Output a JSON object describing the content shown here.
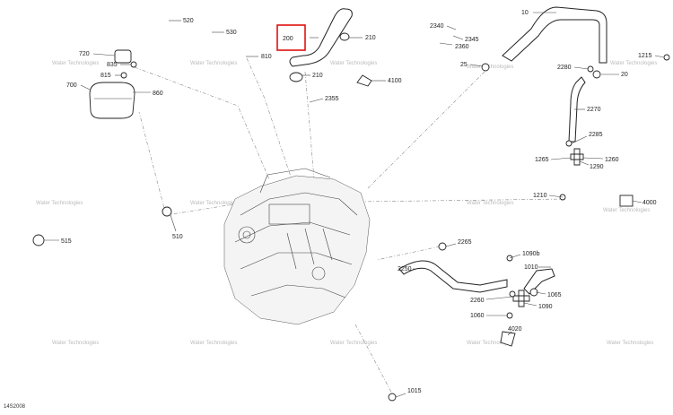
{
  "diagram": {
    "drawing_code": "14S2008",
    "watermark": "Water Technologies",
    "highlight_color": "#e01010",
    "callouts": [
      {
        "id": "c520",
        "label": "520"
      },
      {
        "id": "c530",
        "label": "530"
      },
      {
        "id": "c200",
        "label": "200",
        "highlighted": true
      },
      {
        "id": "c210a",
        "label": "210"
      },
      {
        "id": "c2340",
        "label": "2340"
      },
      {
        "id": "c2345",
        "label": "2345"
      },
      {
        "id": "c2360",
        "label": "2360"
      },
      {
        "id": "c10",
        "label": "10"
      },
      {
        "id": "c720",
        "label": "720"
      },
      {
        "id": "c835",
        "label": "835"
      },
      {
        "id": "c815",
        "label": "815"
      },
      {
        "id": "c810",
        "label": "810"
      },
      {
        "id": "c25",
        "label": "25"
      },
      {
        "id": "c2280",
        "label": "2280"
      },
      {
        "id": "c20",
        "label": "20"
      },
      {
        "id": "c1215",
        "label": "1215"
      },
      {
        "id": "c700",
        "label": "700"
      },
      {
        "id": "c860",
        "label": "860"
      },
      {
        "id": "c210b",
        "label": "210"
      },
      {
        "id": "c4100",
        "label": "4100"
      },
      {
        "id": "c2355",
        "label": "2355"
      },
      {
        "id": "c2270",
        "label": "2270"
      },
      {
        "id": "c2285",
        "label": "2285"
      },
      {
        "id": "c1265",
        "label": "1265"
      },
      {
        "id": "c1260",
        "label": "1260"
      },
      {
        "id": "c1290",
        "label": "1290"
      },
      {
        "id": "c1210",
        "label": "1210"
      },
      {
        "id": "c4000",
        "label": "4000"
      },
      {
        "id": "c510",
        "label": "510"
      },
      {
        "id": "c515",
        "label": "515"
      },
      {
        "id": "c2265",
        "label": "2265"
      },
      {
        "id": "c1090b",
        "label": "1090b"
      },
      {
        "id": "c1010",
        "label": "1010"
      },
      {
        "id": "c2250",
        "label": "2250"
      },
      {
        "id": "c1065",
        "label": "1065"
      },
      {
        "id": "c2260",
        "label": "2260"
      },
      {
        "id": "c1090",
        "label": "1090"
      },
      {
        "id": "c1060",
        "label": "1060"
      },
      {
        "id": "c4020",
        "label": "4020"
      },
      {
        "id": "c1015",
        "label": "1015"
      }
    ]
  }
}
